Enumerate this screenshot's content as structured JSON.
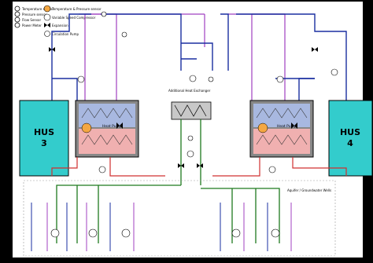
{
  "legend": {
    "items": [
      {
        "symbol": "temperature-sensor",
        "label": "Temperature sensor"
      },
      {
        "symbol": "pressure-sensor",
        "label": "Pressure sensor"
      },
      {
        "symbol": "flow-sensor",
        "label": "Flow Sensor"
      },
      {
        "symbol": "power-meter",
        "label": "Power Meter"
      }
    ],
    "items_right": [
      {
        "symbol": "compressor",
        "label": "Temperature & Pressure sensor"
      },
      {
        "symbol": "variable-speed-compressor",
        "label": "Variable Speed Compressor"
      },
      {
        "symbol": "expansion",
        "label": "Expansion"
      },
      {
        "symbol": "circulation-pump",
        "label": "Circulation Pump"
      }
    ]
  },
  "units": {
    "hus_left_name": "HUS",
    "hus_left_number": "3",
    "hus_right_name": "HUS",
    "hus_right_number": "4",
    "heat_pump_left": "Heat Pump",
    "heat_pump_right": "Heat Pump",
    "exchanger": "Additional Heat Exchanger"
  },
  "field": {
    "caption": "Aquifer / Groundwater Wells"
  },
  "colors": {
    "background": "#000000",
    "panel": "#ffffff",
    "hus_fill": "#33cccc",
    "pipe_blue": "#1a2fa0",
    "pipe_purple": "#a040c0",
    "pipe_green": "#1e7a1e",
    "pipe_red": "#d03030",
    "hp_cold": "#a8b8e0",
    "hp_hot": "#f0b0b0",
    "exchanger_fill": "#c8c8c8"
  }
}
